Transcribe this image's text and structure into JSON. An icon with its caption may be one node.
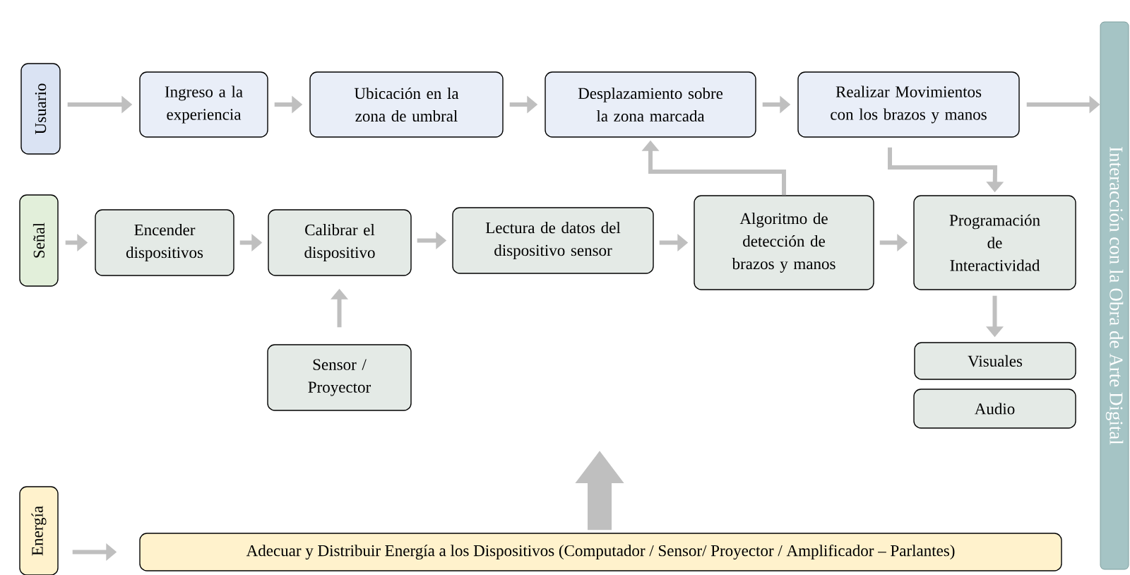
{
  "diagram": {
    "nodes": [
      {
        "text": [
          "Usuario"
        ]
      },
      {
        "text": [
          "Ingreso a la experiencia"
        ]
      },
      {
        "text": [
          "Ubicación en la zona de umbral"
        ]
      },
      {
        "text": [
          "Desplazamiento sobre la zona marcada"
        ]
      },
      {
        "text": [
          "Realizar Movimientos con los brazos y manos"
        ]
      },
      {
        "text": [
          "Interacción con la Obra de Arte Digital"
        ]
      },
      {
        "text": [
          "Señal"
        ]
      },
      {
        "text": [
          "Encender dispositivos"
        ]
      },
      {
        "text": [
          "Calibrar el dispositivo"
        ]
      },
      {
        "text": [
          "Lectura de datos del dispositivo sensor"
        ]
      },
      {
        "text": [
          "Algoritmo de detección de brazos y manos"
        ]
      },
      {
        "text": [
          "Programación de Interactividad"
        ]
      },
      {
        "text": [
          "Sensor / Proyector"
        ]
      },
      {
        "text": [
          "Visuales"
        ]
      },
      {
        "text": [
          "Audio"
        ]
      },
      {
        "text": [
          "Energía"
        ]
      },
      {
        "text": [
          "Adecuar y Distribuir Energía a los Dispositivos (Computador / Sensor/ Proyector / Amplificador – Parlantes)"
        ]
      }
    ],
    "edges": [
      {
        "from": 0,
        "to": 1,
        "arrow": "to"
      },
      {
        "from": 1,
        "to": 2,
        "arrow": "to"
      },
      {
        "from": 2,
        "to": 3,
        "arrow": "to"
      },
      {
        "from": 3,
        "to": 4,
        "arrow": "to"
      },
      {
        "from": 4,
        "to": 5,
        "arrow": "to"
      },
      {
        "from": 4,
        "to": 11,
        "arrow": "to"
      },
      {
        "from": 10,
        "to": 3,
        "arrow": "to"
      },
      {
        "from": 6,
        "to": 7,
        "arrow": "to"
      },
      {
        "from": 7,
        "to": 8,
        "arrow": "to"
      },
      {
        "from": 8,
        "to": 9,
        "arrow": "to"
      },
      {
        "from": 9,
        "to": 10,
        "arrow": "to"
      },
      {
        "from": 10,
        "to": 11,
        "arrow": "to"
      },
      {
        "from": 12,
        "to": 8,
        "arrow": "to"
      },
      {
        "from": 11,
        "to": 13,
        "arrow": "to"
      },
      {
        "from": 15,
        "to": 16,
        "arrow": "to"
      },
      {
        "from": 16,
        "to": null,
        "arrow": "to",
        "style": "thick"
      }
    ]
  }
}
